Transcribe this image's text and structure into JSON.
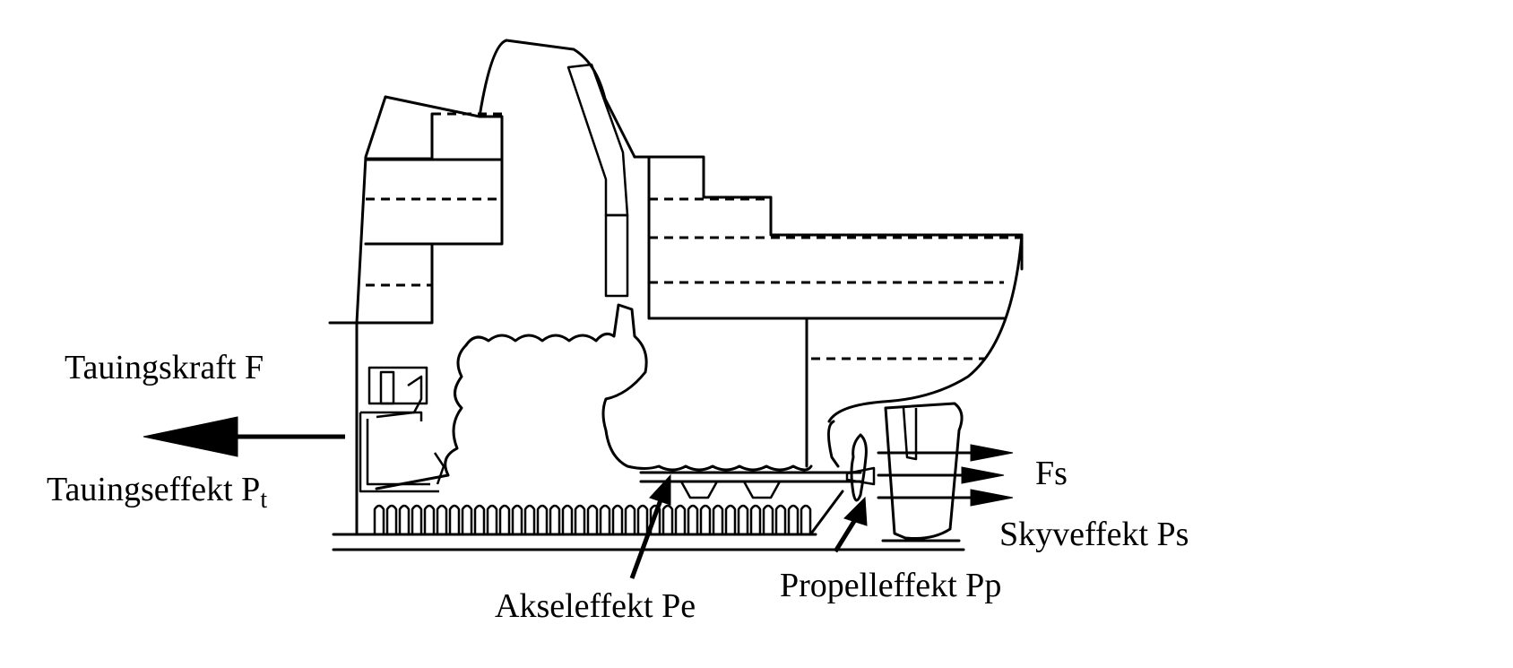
{
  "labels": {
    "towing_force": "Tauingskraft F",
    "towing_power": "Tauingseffekt P",
    "towing_power_sub": "t",
    "thrust_force": "Fs",
    "thrust_power": "Skyveffekt Ps",
    "propeller_power": "Propelleffekt Pp",
    "shaft_power": "Akseleffekt Pe"
  },
  "colors": {
    "ink": "#000000",
    "background": "#ffffff"
  }
}
